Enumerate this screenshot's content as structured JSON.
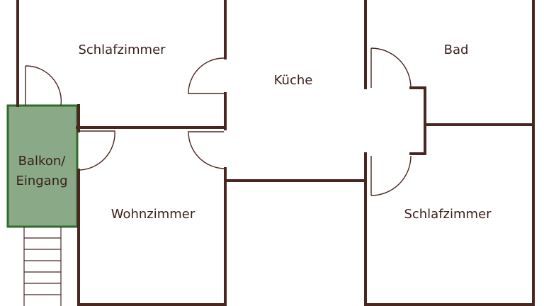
{
  "rooms": {
    "schlafzimmer_1": "Schlafzimmer",
    "kueche": "Küche",
    "bad": "Bad",
    "balkon_line1": "Balkon/",
    "balkon_line2": "Eingang",
    "wohnzimmer": "Wohnzimmer",
    "schlafzimmer_2": "Schlafzimmer"
  },
  "colors": {
    "wall": "#4a2620",
    "balcony_fill": "#8aa987",
    "balcony_border": "#2f6b2d",
    "text": "#3a1f1a"
  }
}
